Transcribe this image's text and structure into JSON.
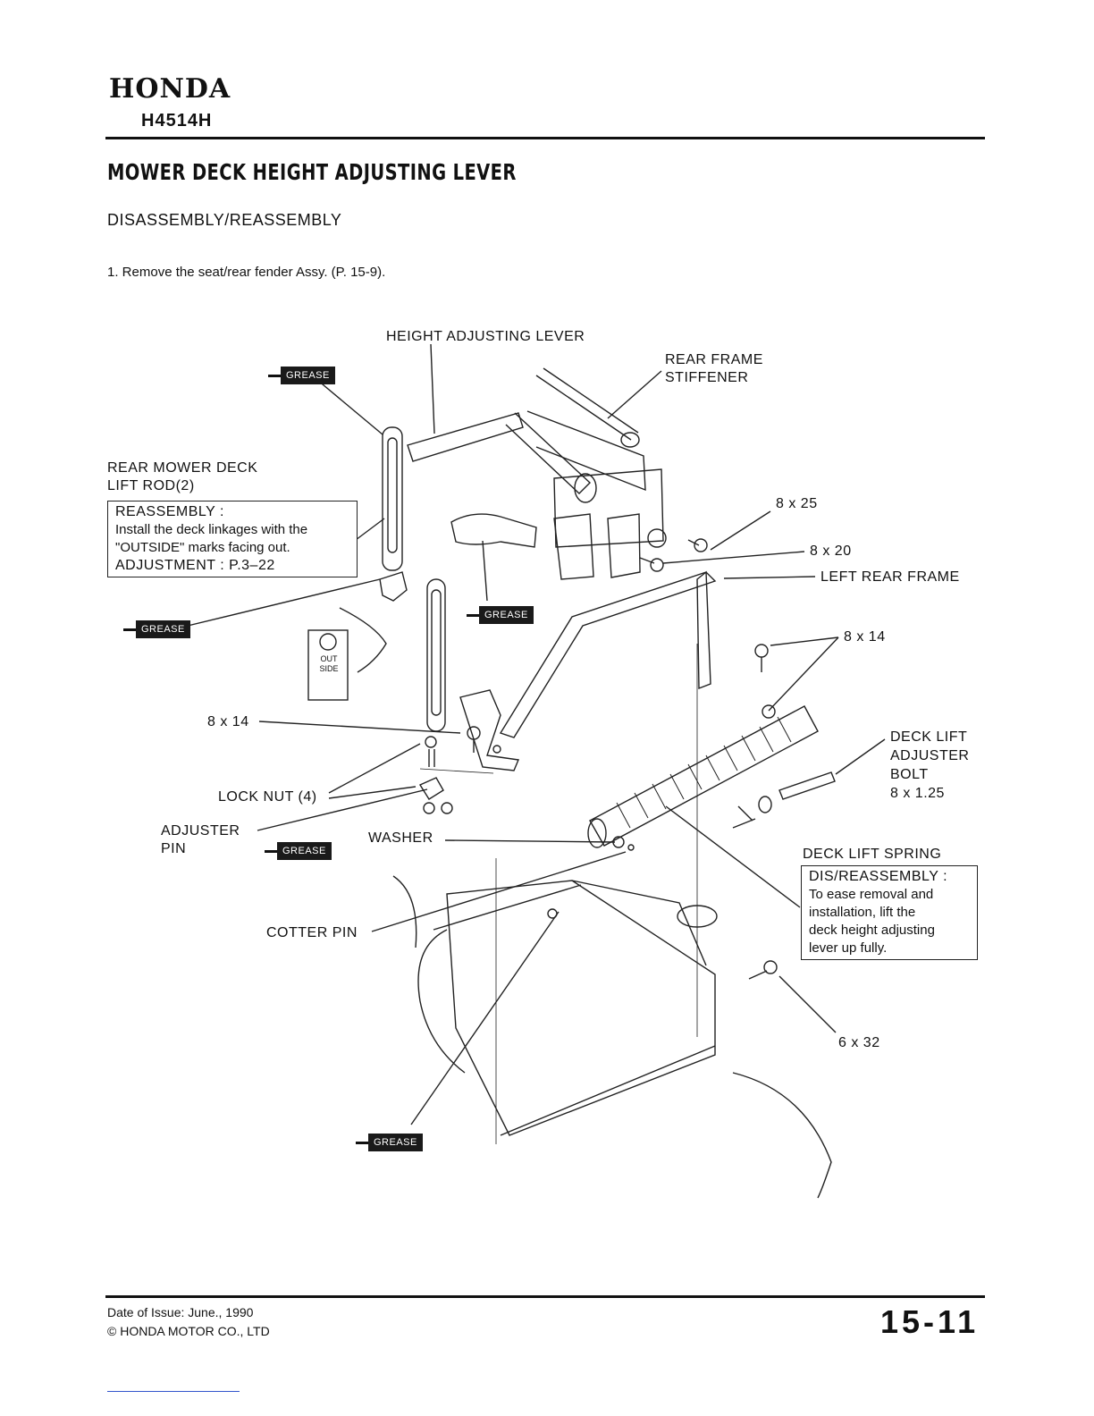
{
  "header": {
    "brand": "HONDA",
    "model": "H4514H"
  },
  "section": {
    "title": "MOWER DECK HEIGHT ADJUSTING LEVER",
    "subtitle": "DISASSEMBLY/REASSEMBLY"
  },
  "steps": [
    "1.   Remove the seat/rear fender Assy. (P. 15-9)."
  ],
  "labels": {
    "height_adjusting_lever": "HEIGHT ADJUSTING LEVER",
    "rear_frame_1": "REAR FRAME",
    "rear_frame_2": "STIFFENER",
    "rear_lift_rod_1": "REAR MOWER DECK",
    "rear_lift_rod_2": "LIFT ROD(2)",
    "bolt_8x25": "8 x 25",
    "bolt_8x20": "8 x 20",
    "left_rear_frame": "LEFT REAR FRAME",
    "bolt_8x14_right": "8 x 14",
    "bolt_8x14_left": "8 x 14",
    "deck_lift_1": "DECK LIFT",
    "deck_lift_2": "ADJUSTER",
    "deck_lift_3": "BOLT",
    "deck_lift_4": "8 x 1.25",
    "lock_nut": "LOCK NUT (4)",
    "adjuster_1": "ADJUSTER",
    "adjuster_2": "PIN",
    "washer": "WASHER",
    "deck_lift_spring": "DECK LIFT SPRING",
    "cotter_pin": "COTTER PIN",
    "bolt_6x32": "6 x 32",
    "outside_mark": "OUT SIDE"
  },
  "reassembly_box": {
    "heading": "REASSEMBLY :",
    "line1": "Install the deck linkages with the",
    "line2": "\"OUTSIDE\" marks facing out.",
    "adjustment": "ADJUSTMENT :  P.3–22"
  },
  "dis_box": {
    "heading": "DIS/REASSEMBLY :",
    "line1": "To ease removal and",
    "line2": "installation, lift the",
    "line3": "deck height adjusting",
    "line4": "lever up fully."
  },
  "grease_label": "GREASE",
  "footer": {
    "issue": "Date of Issue: June., 1990",
    "copyright": "© HONDA MOTOR CO., LTD",
    "page": "15-11"
  }
}
